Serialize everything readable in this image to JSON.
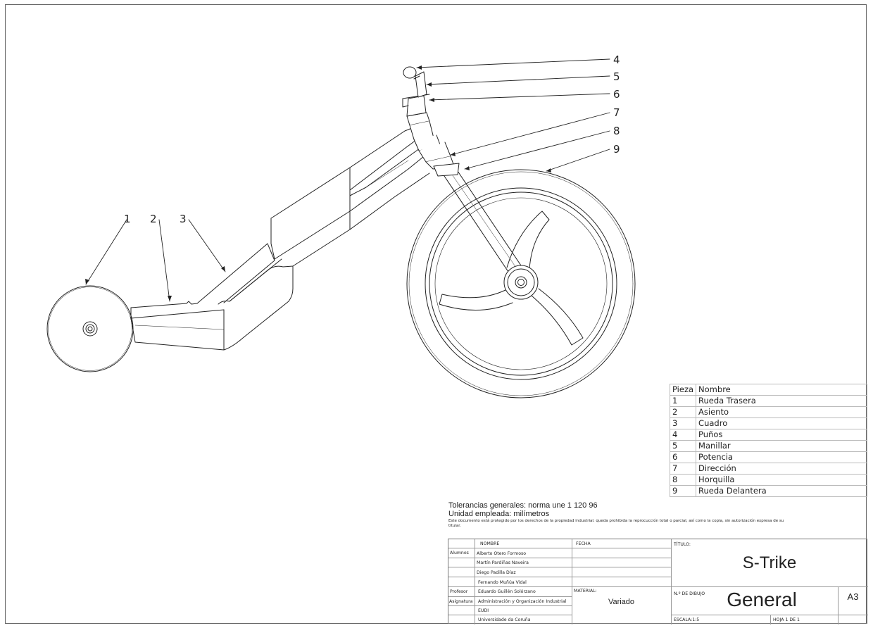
{
  "callouts": [
    "1",
    "2",
    "3",
    "4",
    "5",
    "6",
    "7",
    "8",
    "9"
  ],
  "parts_table": {
    "headers": [
      "Pieza",
      "Nombre"
    ],
    "rows": [
      [
        "1",
        "Rueda Trasera"
      ],
      [
        "2",
        "Asiento"
      ],
      [
        "3",
        "Cuadro"
      ],
      [
        "4",
        "Puños"
      ],
      [
        "5",
        "Manillar"
      ],
      [
        "6",
        "Potencia"
      ],
      [
        "7",
        "Dirección"
      ],
      [
        "8",
        "Horquilla"
      ],
      [
        "9",
        "Rueda Delantera"
      ]
    ]
  },
  "notes": {
    "tolerances": "Tolerancias generales: norma une 1 120 96",
    "units": "Unidad empleada: milímetros",
    "copyright": "Este documento está protegido por los derechos de la propiedad industrial. queda prohibida la reprocucción total o parcial, así como la copia, sin autorización expresa de su titular."
  },
  "title_block": {
    "nombre_label": "NOMBRE",
    "fecha_label": "FECHA",
    "titulo_label": "TÍTULO:",
    "alumnos_label": "Alumnos",
    "alumnos": [
      "Alberto Otero Formoso",
      "Martín Pardiñas Naveira",
      "Diego Padilla Díaz",
      "Fernando Muñúa Vidal"
    ],
    "profesor_label": "Profesor",
    "profesor": "Eduardo Guillén Solórzano",
    "asignatura_label": "Asignatura",
    "asignatura": "Administración y Organización Industrial",
    "eudi": "EUDI",
    "universidad": "Universidade da Coruña",
    "material_label": "MATERIAL:",
    "material": "Variado",
    "title": "S-Trike",
    "drawing_number_label": "N.º DE DIBUJO",
    "drawing_name": "General",
    "sheet_size": "A3",
    "scale": "ESCALA:1:5",
    "sheet_of": "HOJA 1 DE 1"
  }
}
